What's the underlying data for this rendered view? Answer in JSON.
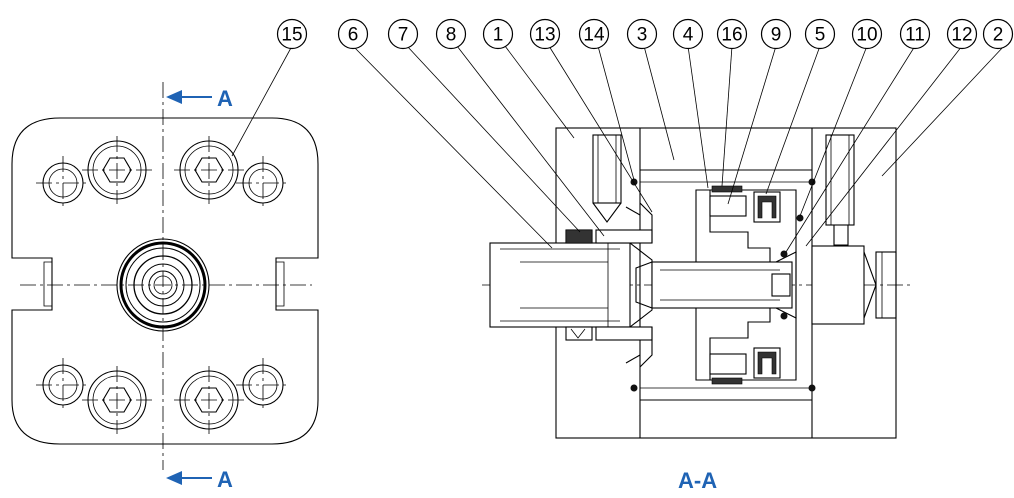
{
  "section_marker": "A",
  "section_view_label": "A-A",
  "balloons": [
    {
      "label": "15"
    },
    {
      "label": "6"
    },
    {
      "label": "7"
    },
    {
      "label": "8"
    },
    {
      "label": "1"
    },
    {
      "label": "13"
    },
    {
      "label": "14"
    },
    {
      "label": "3"
    },
    {
      "label": "4"
    },
    {
      "label": "16"
    },
    {
      "label": "9"
    },
    {
      "label": "5"
    },
    {
      "label": "10"
    },
    {
      "label": "11"
    },
    {
      "label": "12"
    },
    {
      "label": "2"
    }
  ],
  "colors": {
    "section_blue": "#1f63b4",
    "line_black": "#000000"
  }
}
